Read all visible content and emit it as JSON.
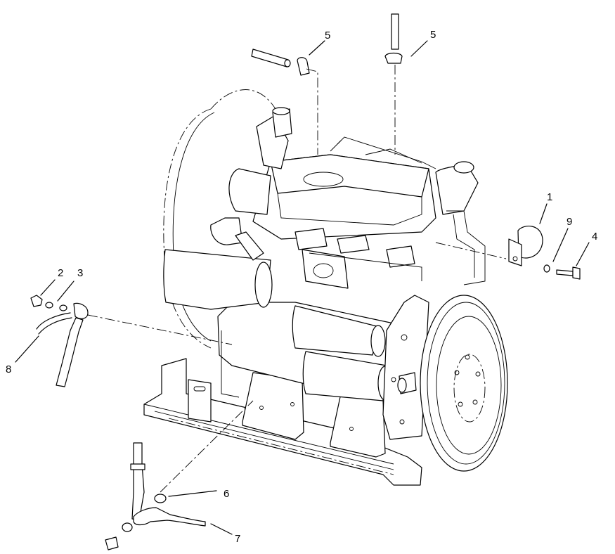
{
  "callouts": [
    {
      "id": "c1",
      "label": "1"
    },
    {
      "id": "c2",
      "label": "2"
    },
    {
      "id": "c3",
      "label": "3"
    },
    {
      "id": "c4",
      "label": "4"
    },
    {
      "id": "c5a",
      "label": "5"
    },
    {
      "id": "c5b",
      "label": "5"
    },
    {
      "id": "c6",
      "label": "6"
    },
    {
      "id": "c7",
      "label": "7"
    },
    {
      "id": "c8",
      "label": "8"
    },
    {
      "id": "c9",
      "label": "9"
    }
  ]
}
